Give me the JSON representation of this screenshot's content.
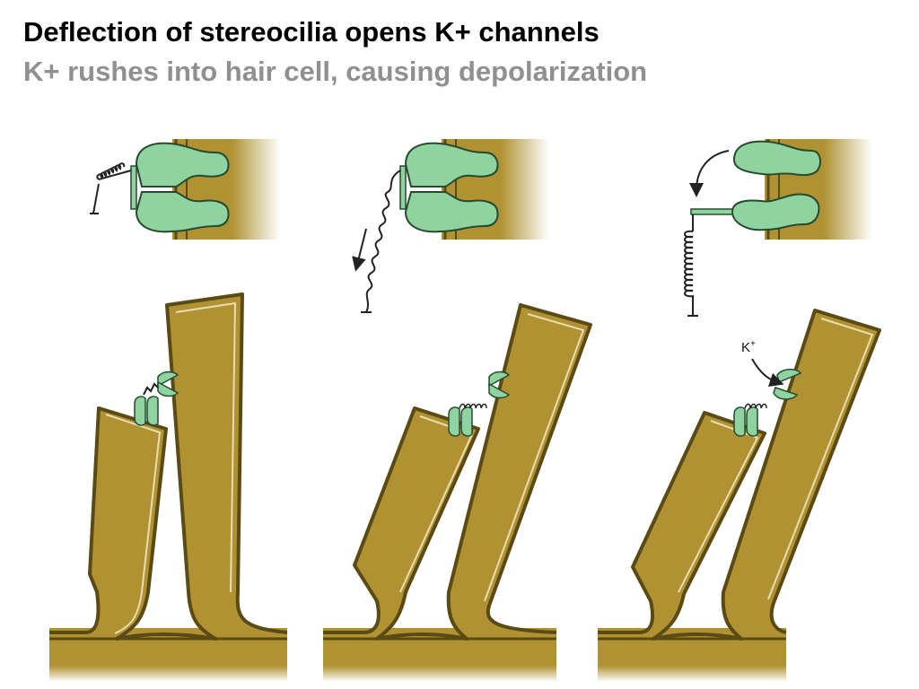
{
  "slide": {
    "title": "Deflection of stereocilia opens K+ channels",
    "subtitle": "K+ rushes into hair cell, causing depolarization"
  },
  "diagram": {
    "ion_label": "K",
    "ion_charge": "+",
    "colors": {
      "membrane": "#b09232",
      "membrane_dark": "#5a4a14",
      "membrane_edge": "#e9ddb0",
      "channel": "#8fd4a0",
      "channel_dark": "#264a2e",
      "line": "#222222"
    },
    "panels": [
      {
        "id": "resting",
        "channel_state": "closed"
      },
      {
        "id": "deflected",
        "channel_state": "opening"
      },
      {
        "id": "open",
        "channel_state": "open"
      }
    ]
  }
}
